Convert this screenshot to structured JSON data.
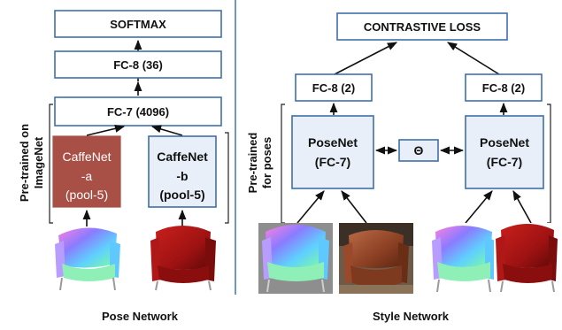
{
  "pose_network": {
    "softmax": "SOFTMAX",
    "fc8": "FC-8 (36)",
    "fc7": "FC-7 (4096)",
    "caffenet_a": [
      "CaffeNet",
      "-a",
      "(pool-5)"
    ],
    "caffenet_b": [
      "CaffeNet",
      "-b",
      "(pool-5)"
    ],
    "pretrained": [
      "Pre-trained on",
      "ImageNet"
    ],
    "caption": "Pose Network",
    "colors": {
      "red_box": "#a85046",
      "light_box": "#e8eff8",
      "border": "#3f6fa8"
    }
  },
  "style_network": {
    "loss": "CONTRASTIVE LOSS",
    "fc8_left": "FC-8 (2)",
    "fc8_right": "FC-8 (2)",
    "posenet_left": [
      "PoseNet",
      "(FC-7)"
    ],
    "posenet_right": [
      "PoseNet",
      "(FC-7)"
    ],
    "theta": "Θ",
    "pretrained": [
      "Pre-trained",
      "for poses"
    ],
    "caption": "Style Network"
  },
  "images": [
    {
      "name": "normal-map-chair-icon"
    },
    {
      "name": "red-armchair-icon"
    },
    {
      "name": "brown-leather-chair-photo"
    }
  ],
  "divider_color": "#6f96c8"
}
